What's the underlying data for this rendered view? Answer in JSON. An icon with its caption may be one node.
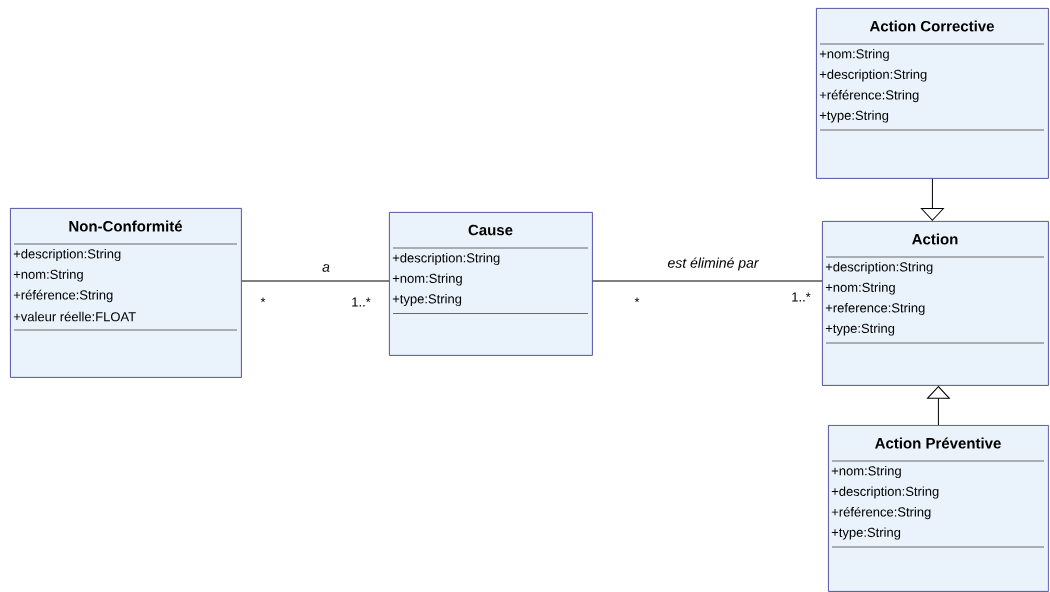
{
  "diagram": {
    "nodes": [
      {
        "text": [
          "Action Corrective",
          "+nom:String",
          "+description:String",
          "+référence:String",
          "+type:String"
        ]
      },
      {
        "text": [
          "Non-Conformité",
          "+description:String",
          "+nom:String",
          "+référence:String",
          "+valeur réelle:FLOAT"
        ]
      },
      {
        "text": [
          "Cause",
          "+description:String",
          "+nom:String",
          "+type:String"
        ]
      },
      {
        "text": [
          "Action",
          "+description:String",
          "+nom:String",
          "+reference:String",
          "+type:String"
        ]
      },
      {
        "text": [
          "Action Préventive",
          "+nom:String",
          "+description:String",
          "+référence:String",
          "+type:String"
        ]
      }
    ],
    "edges": [
      {
        "from": 1,
        "to": 2,
        "arrow": "none",
        "label": "a"
      },
      {
        "from": 2,
        "to": 3,
        "arrow": "none",
        "label": "est éliminé par"
      },
      {
        "from": 0,
        "to": 3,
        "arrow": "to"
      },
      {
        "from": 4,
        "to": 3,
        "arrow": "to"
      }
    ],
    "labels": [
      "*",
      "1..*",
      "*",
      "1..*"
    ]
  }
}
